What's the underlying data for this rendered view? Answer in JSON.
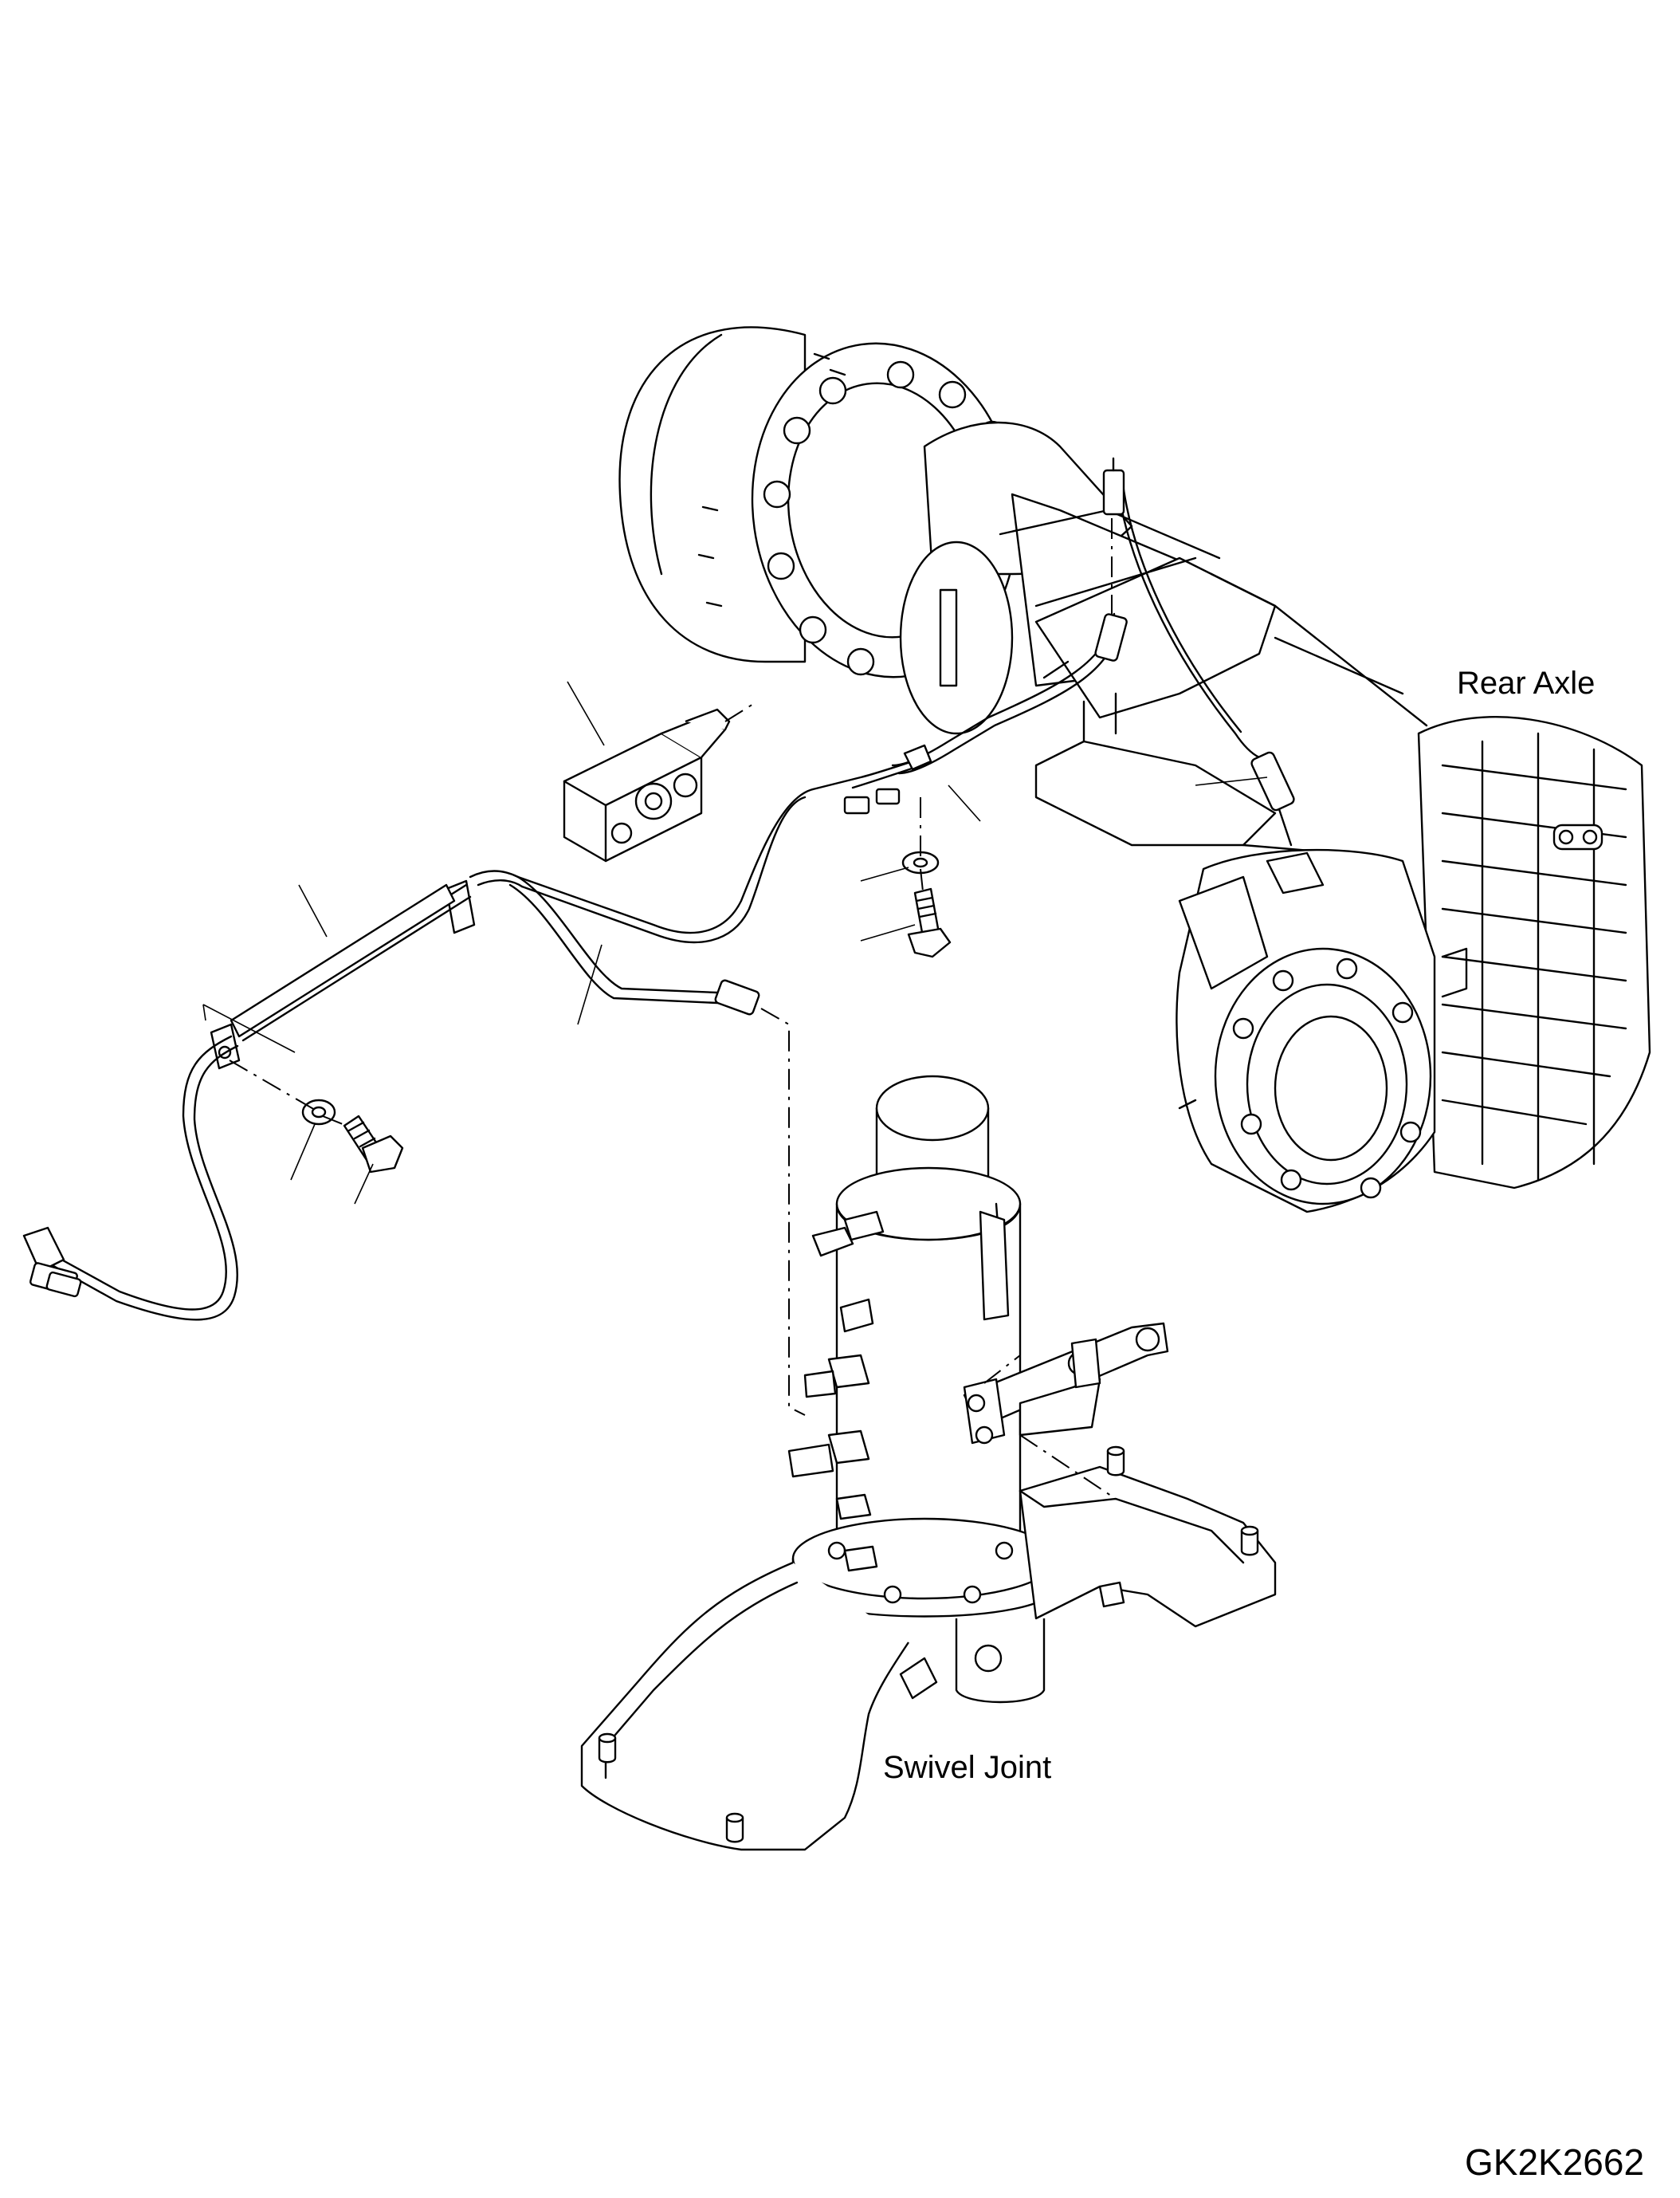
{
  "labels": {
    "rear_axle": "Rear Axle",
    "swivel_joint": "Swivel Joint",
    "figure_code": "GK2K2662"
  },
  "colors": {
    "line": "#000000",
    "background": "#ffffff"
  }
}
